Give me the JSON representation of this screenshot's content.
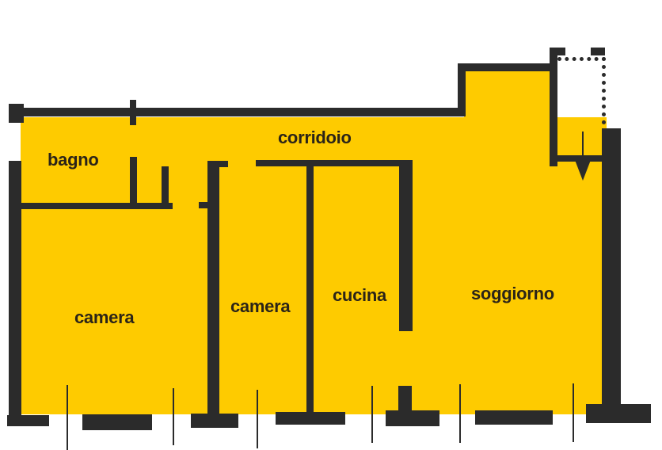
{
  "floorplan": {
    "colors": {
      "floor": "#fecb00",
      "wall": "#2b2b2b",
      "label": "#2b2418",
      "background": "#ffffff"
    },
    "rooms": [
      {
        "id": "bagno",
        "label": "bagno"
      },
      {
        "id": "corridoio",
        "label": "corridoio"
      },
      {
        "id": "camera-1",
        "label": "camera"
      },
      {
        "id": "camera-2",
        "label": "camera"
      },
      {
        "id": "cucina",
        "label": "cucina"
      },
      {
        "id": "soggiorno",
        "label": "soggiorno"
      }
    ],
    "symbols": {
      "entrance_arrow": "arrow-down"
    }
  }
}
